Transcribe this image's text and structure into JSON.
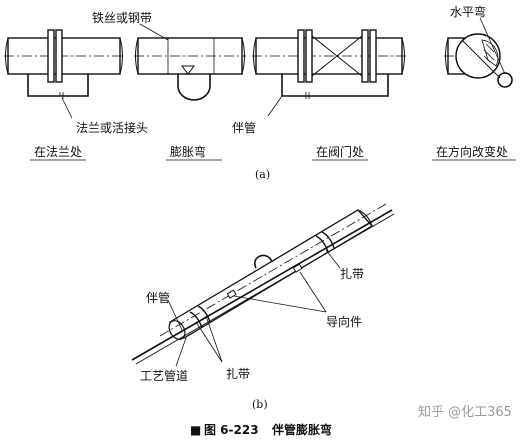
{
  "labels_a": {
    "wire_band": "铁丝或钢带",
    "horizontal_bend": "水平弯",
    "flange_or_union": "法兰或活接头",
    "tracer_pipe": "伴管"
  },
  "captions_a": {
    "at_flange": "在法兰处",
    "expansion_bend": "膨胀弯",
    "at_valve": "在阀门处",
    "at_direction_change": "在方向改变处"
  },
  "sublabel_a": "(a)",
  "labels_b": {
    "strap_upper": "扎带",
    "guide_piece": "导向件",
    "tracer_pipe": "伴管",
    "process_pipe": "工艺管道",
    "strap_lower": "扎带"
  },
  "sublabel_b": "(b)",
  "figure_caption": {
    "marker": "■",
    "number": "图 6-223",
    "title": "伴管膨胀弯"
  },
  "watermark": "知乎 @化工365"
}
